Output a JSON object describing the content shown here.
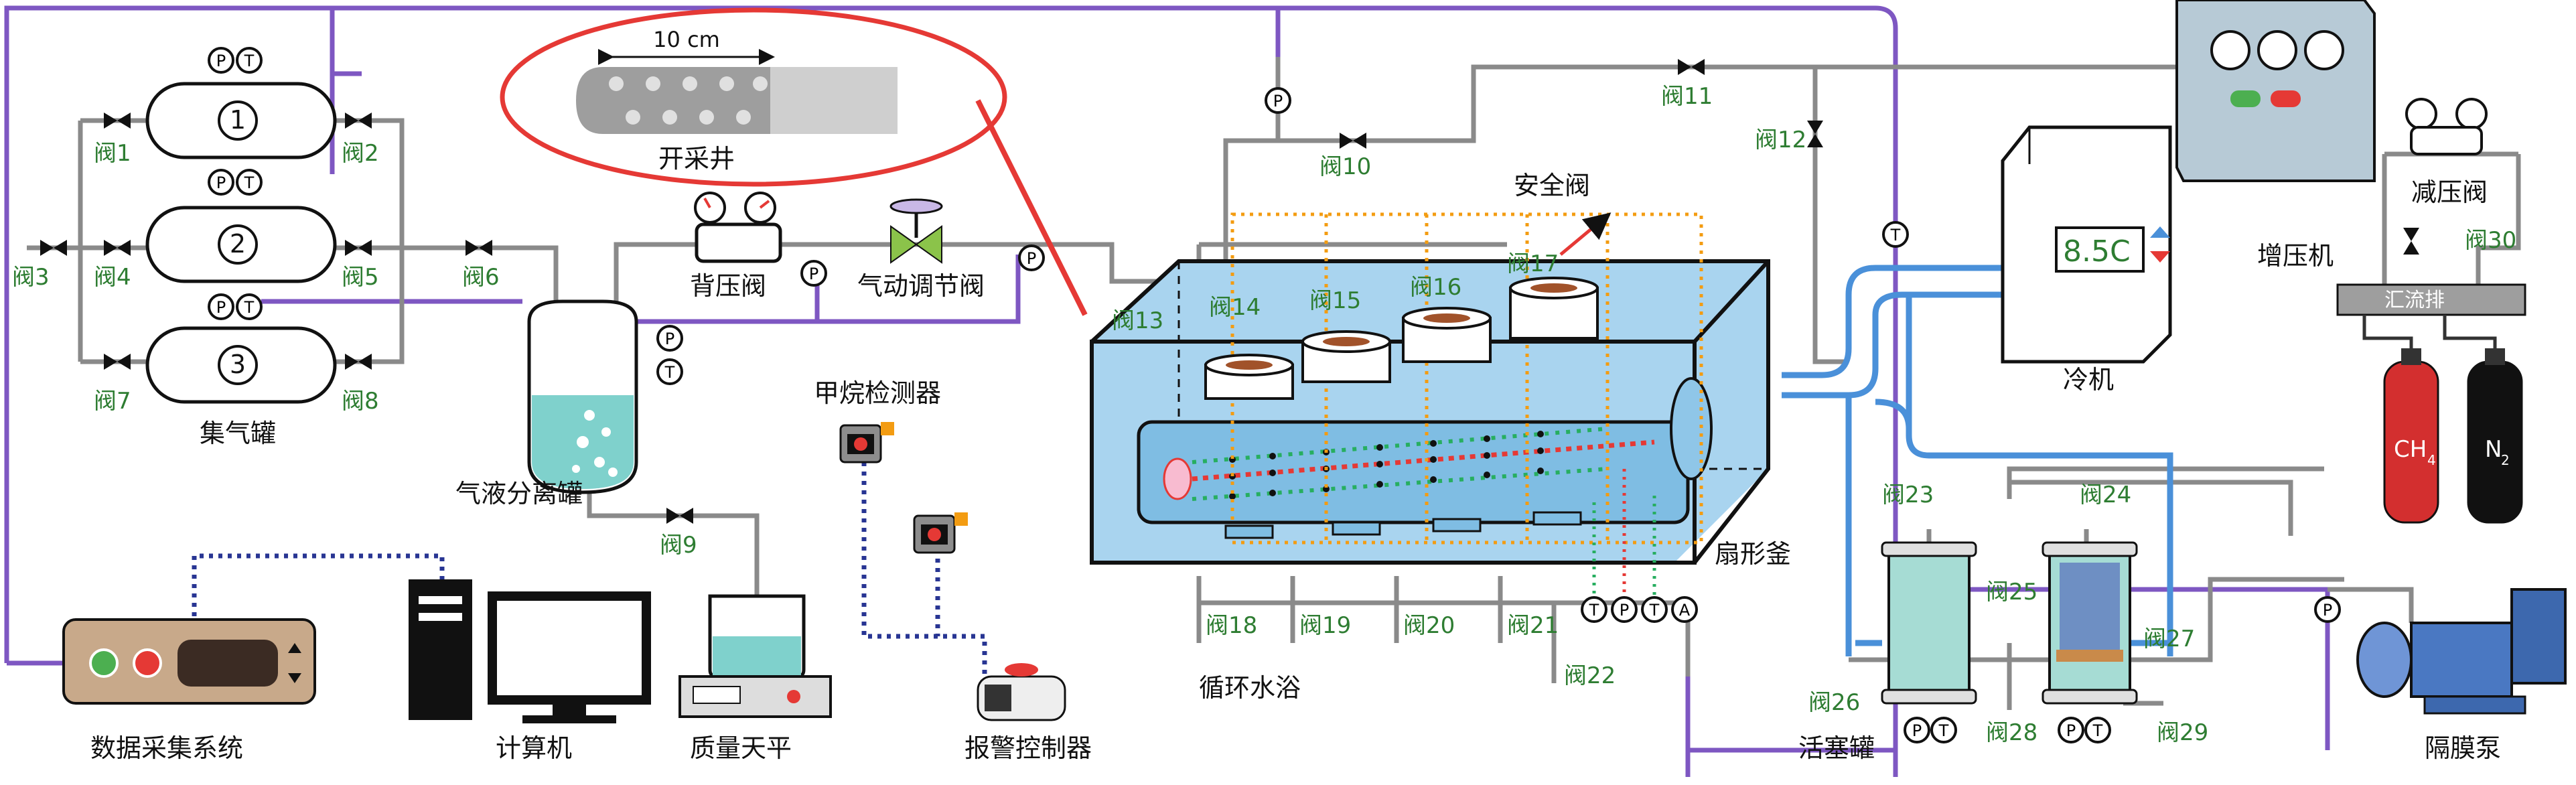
{
  "labels": {
    "tanks": "集气罐",
    "tank1": "1",
    "tank2": "2",
    "tank3": "3",
    "gl_separator": "气液分离罐",
    "back_pressure": "背压阀",
    "pneumatic_valve": "气动调节阀",
    "methane_detector": "甲烷检测器",
    "alarm": "报警控制器",
    "daq": "数据采集系统",
    "computer": "计算机",
    "balance": "质量天平",
    "circulating_bath": "循环水浴",
    "safety_valve": "安全阀",
    "fan_kettle": "扇形釜",
    "production_well": "开采井",
    "well_scale": "10 cm",
    "chiller": "冷机",
    "chiller_display": "8.5C",
    "booster": "增压机",
    "reducer": "减压阀",
    "manifold": "汇流排",
    "ch4": "CH",
    "ch4_sub": "4",
    "n2": "N",
    "n2_sub": "2",
    "piston": "活塞罐",
    "diaphragm_pump": "隔膜泵",
    "p": "P",
    "t": "T",
    "a": "A"
  },
  "valves": {
    "v1": "阀1",
    "v2": "阀2",
    "v3": "阀3",
    "v4": "阀4",
    "v5": "阀5",
    "v6": "阀6",
    "v7": "阀7",
    "v8": "阀8",
    "v9": "阀9",
    "v10": "阀10",
    "v11": "阀11",
    "v12": "阀12",
    "v13": "阀13",
    "v14": "阀14",
    "v15": "阀15",
    "v16": "阀16",
    "v17": "阀17",
    "v18": "阀18",
    "v19": "阀19",
    "v20": "阀20",
    "v21": "阀21",
    "v22": "阀22",
    "v23": "阀23",
    "v24": "阀24",
    "v25": "阀25",
    "v26": "阀26",
    "v27": "阀27",
    "v28": "阀28",
    "v29": "阀29",
    "v30": "阀30"
  },
  "colors": {
    "gas_line": "#8a8a8a",
    "signal_line": "#7e57c2",
    "water_line": "#4a90d9",
    "valve_label": "#2e7d32",
    "highlight": "#e53935",
    "data_dotted": "#283593",
    "sensor_orange": "#f39c12"
  }
}
